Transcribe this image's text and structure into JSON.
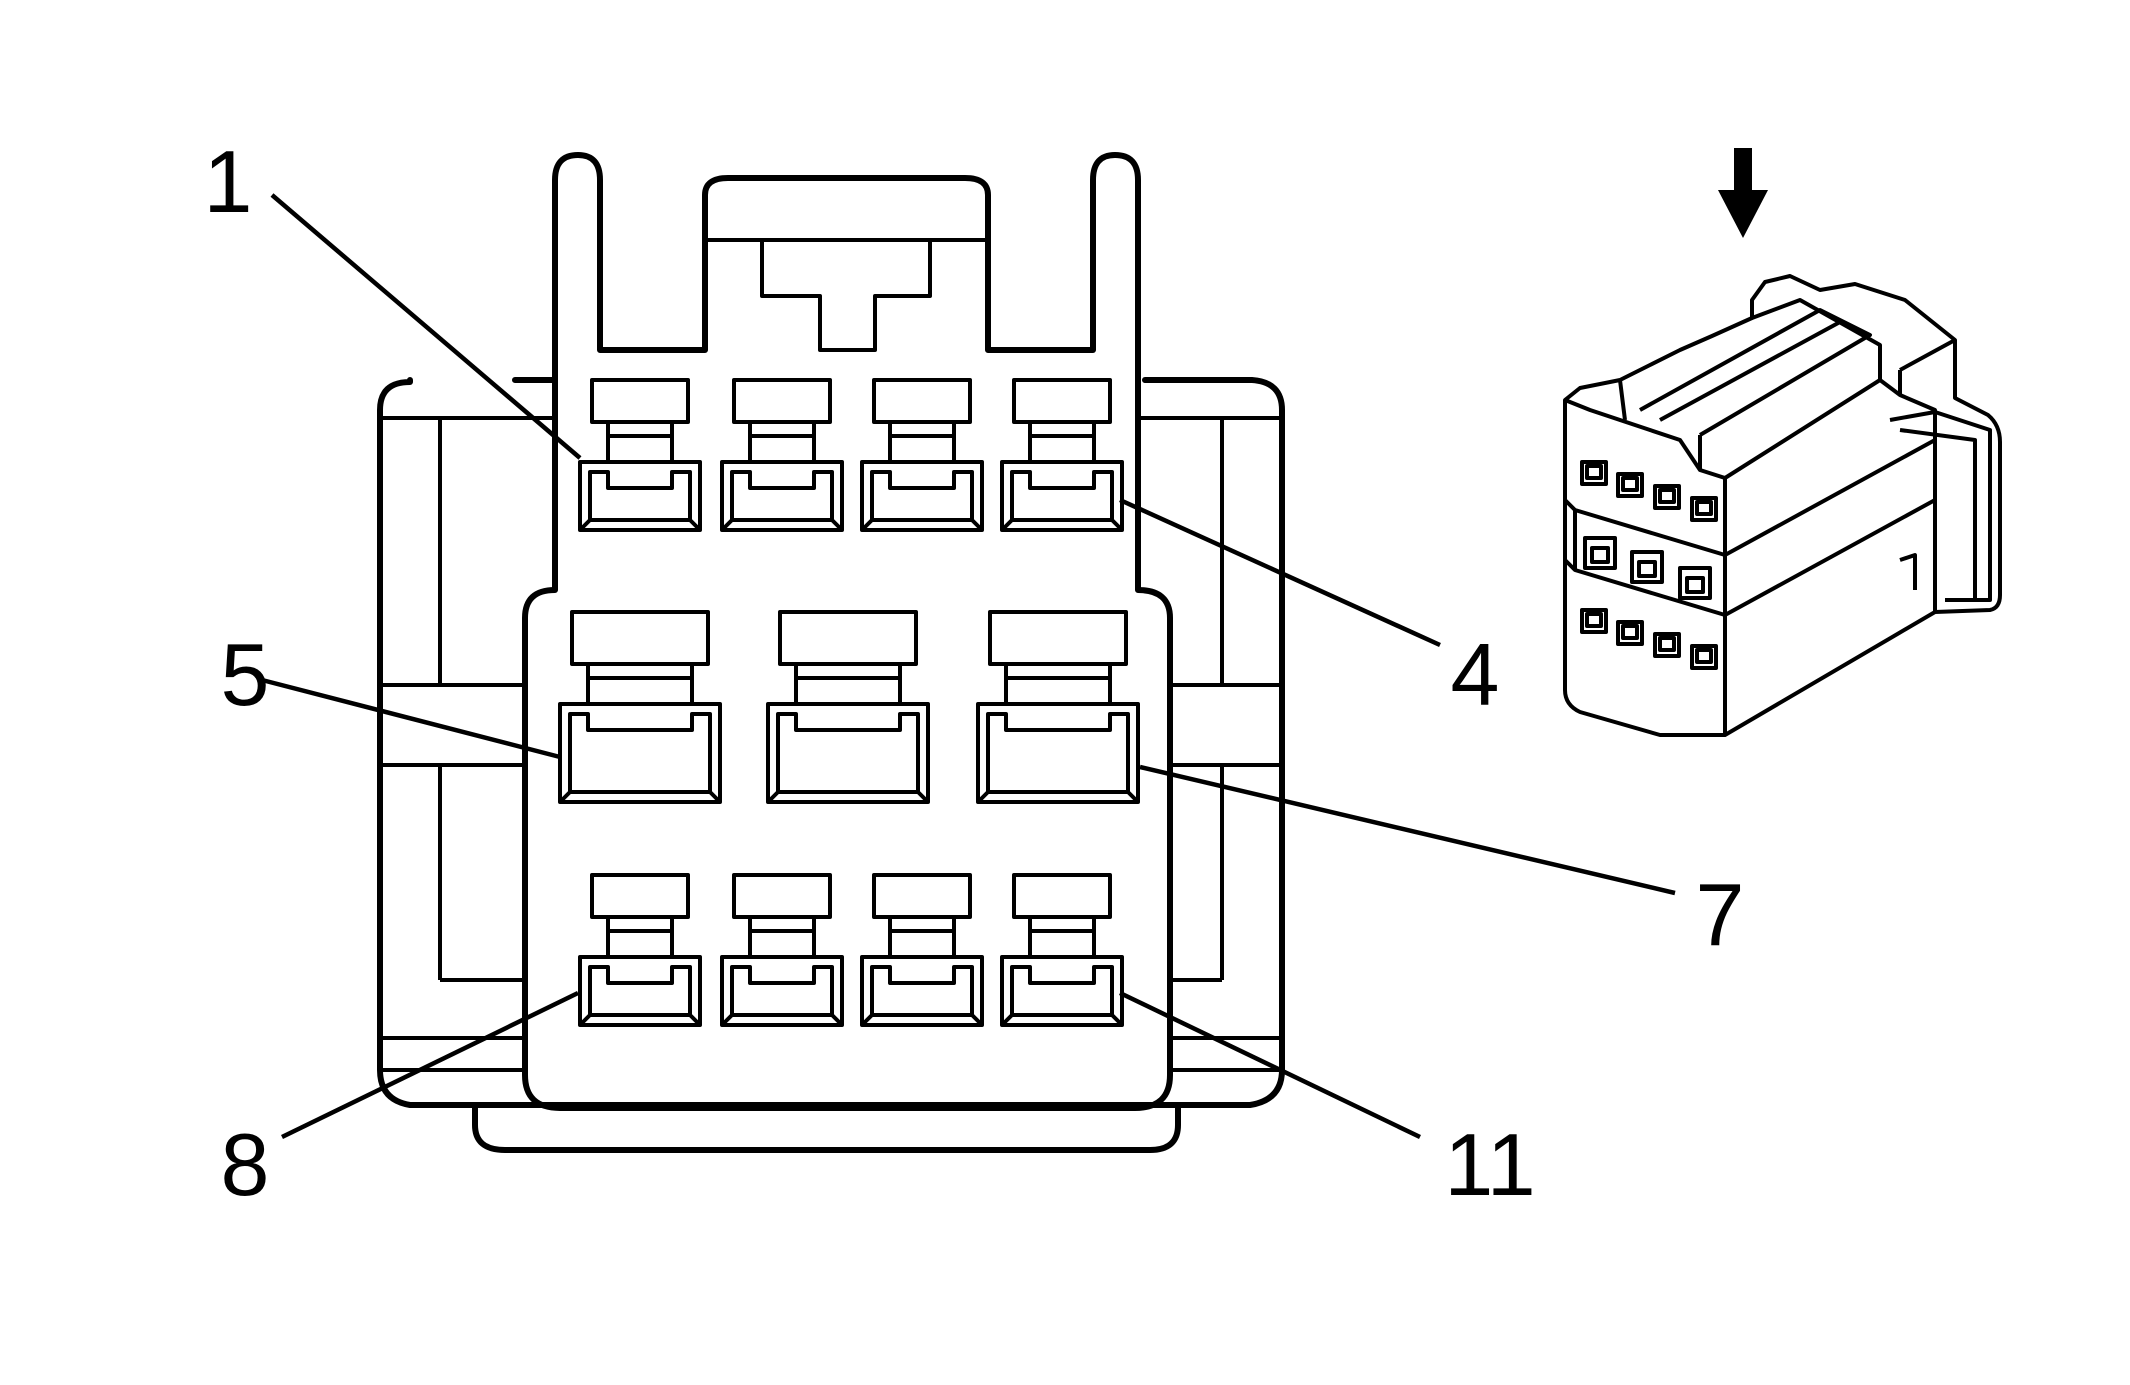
{
  "diagram": {
    "pin_labels": [
      "1",
      "4",
      "5",
      "7",
      "8",
      "11"
    ],
    "colors": {
      "stroke": "#000000",
      "background": "#ffffff"
    },
    "icons": {
      "arrow": "down-arrow-icon",
      "connector_view": "connector-isometric-icon"
    }
  }
}
